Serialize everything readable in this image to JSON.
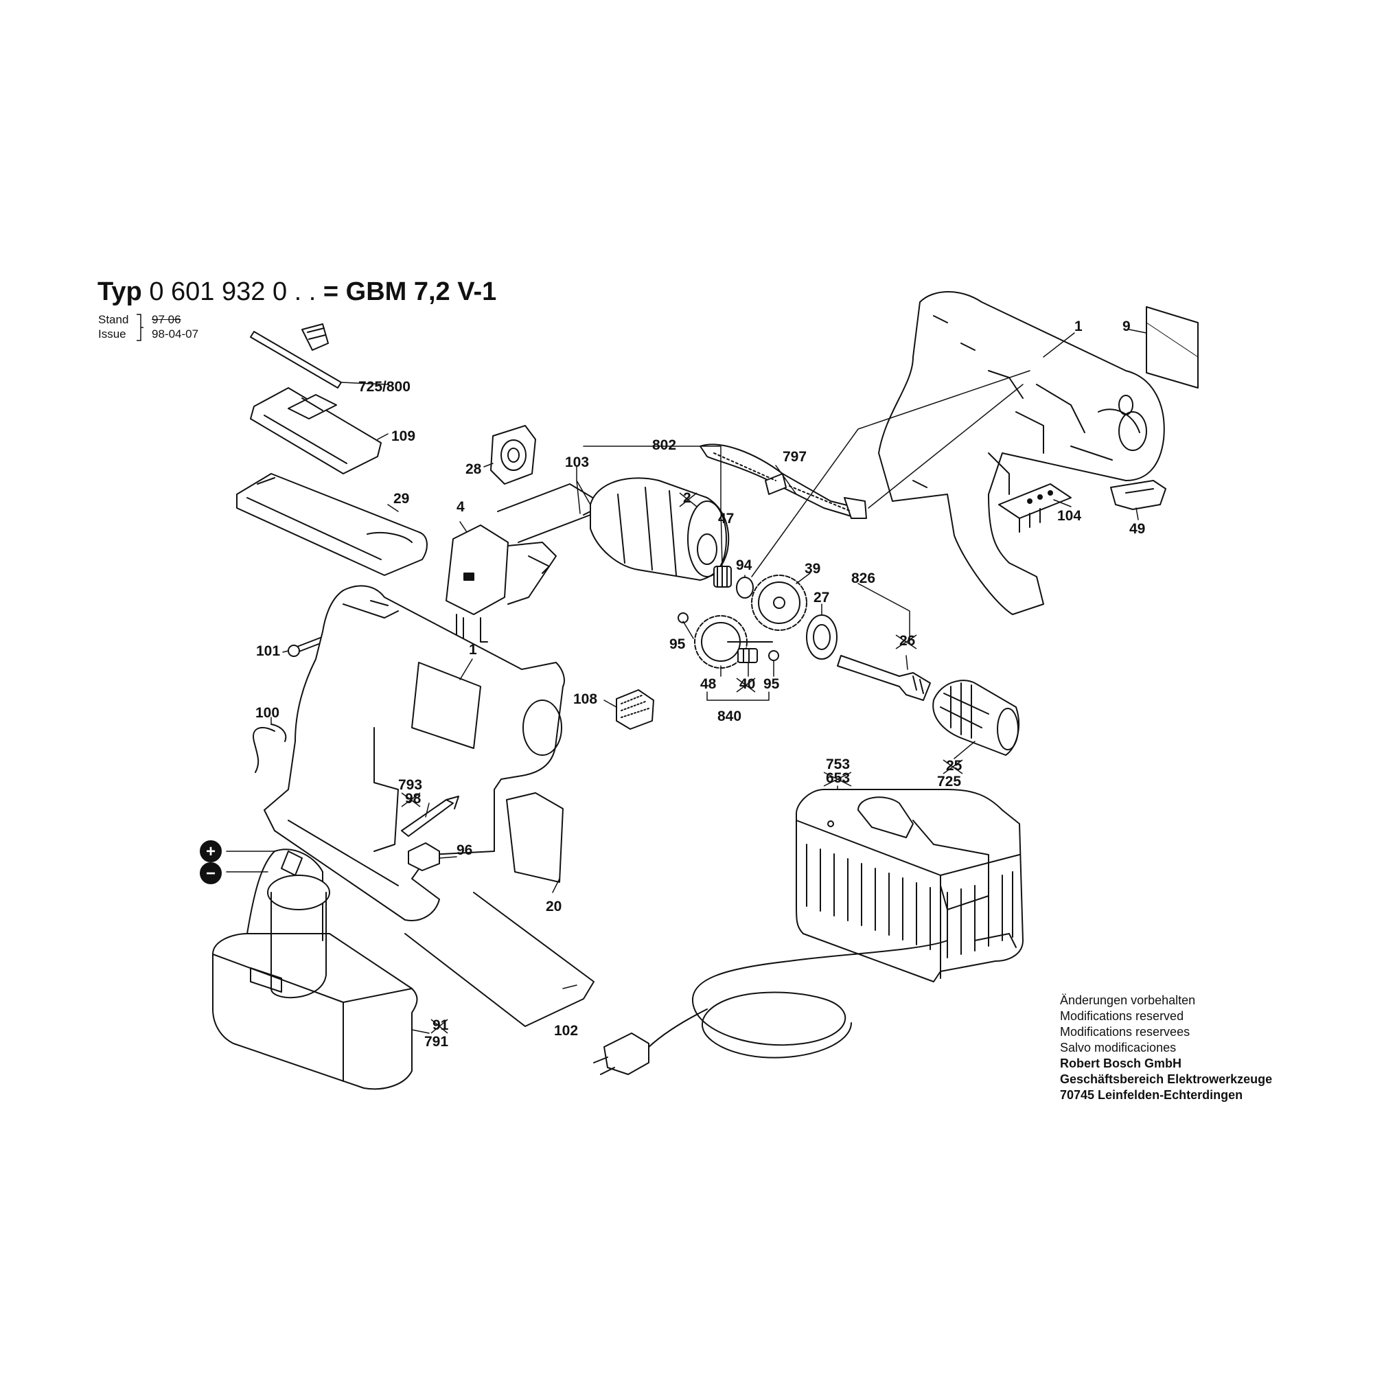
{
  "header": {
    "typ_label": "Typ",
    "model_number": "0 601 932",
    "model_suffix": "0 . .",
    "equals": "=",
    "model_name": "GBM 7,2 V-1",
    "stand_label": "Stand",
    "stand_value": "97 06",
    "issue_label": "Issue",
    "issue_value": "98-04-07"
  },
  "footer": {
    "line1": "Änderungen vorbehalten",
    "line2": "Modifications reserved",
    "line3": "Modifications reservees",
    "line4": "Salvo modificaciones",
    "company": "Robert Bosch GmbH",
    "division": "Geschäftsbereich Elektrowerkzeuge",
    "address": "70745 Leinfelden-Echterdingen"
  },
  "callouts": {
    "c1_top": "1",
    "c9": "9",
    "c725_800": "725/800",
    "c109": "109",
    "c29": "29",
    "c28": "28",
    "c103": "103",
    "c802": "802",
    "c2": "2",
    "c47": "47",
    "c797": "797",
    "c104": "104",
    "c49": "49",
    "c4": "4",
    "c94": "94",
    "c39": "39",
    "c826": "826",
    "c27": "27",
    "c26": "26",
    "c95a": "95",
    "c95b": "95",
    "c48": "48",
    "c40": "40",
    "c840": "840",
    "c108": "108",
    "c101": "101",
    "c1_housing": "1",
    "c100": "100",
    "c793": "793",
    "c98": "98",
    "c96": "96",
    "c20": "20",
    "c753": "753",
    "c653": "653",
    "c25": "25",
    "c725": "725",
    "c91": "91",
    "c791": "791",
    "c102": "102",
    "plus": "+",
    "minus": "−"
  }
}
